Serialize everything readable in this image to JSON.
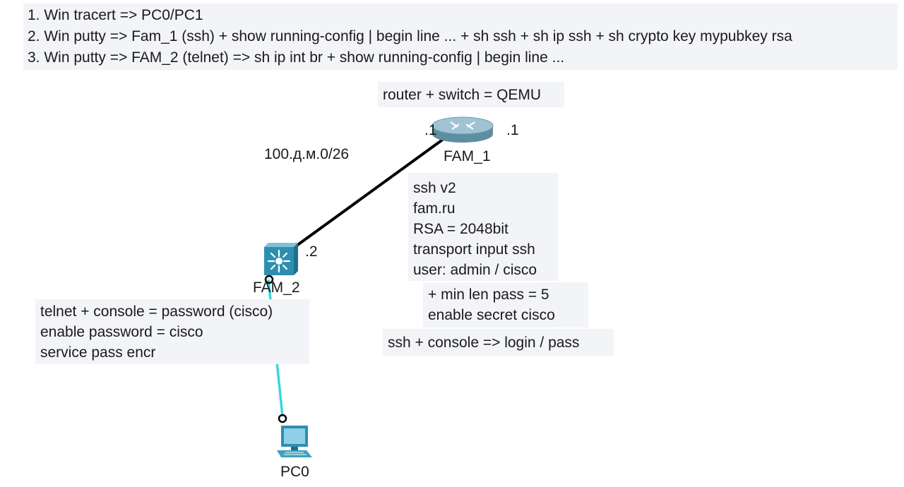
{
  "instructions": [
    "1. Win tracert => PC0/PC1",
    "2. Win putty => Fam_1 (ssh) + show running-config | begin line ... + sh ssh + sh ip ssh + sh crypto key mypubkey rsa",
    "3. Win putty => FAM_2 (telnet) => sh ip int br + show running-config | begin line ..."
  ],
  "router_note": "router + switch = QEMU",
  "network_label": "100.д.м.0/26",
  "devices": {
    "router": {
      "name": "FAM_1",
      "icon": "router-icon",
      "addr_left": ".1",
      "addr_right": ".1"
    },
    "switch": {
      "name": "FAM_2",
      "icon": "multilayer-switch-icon",
      "addr": ".2"
    },
    "pc": {
      "name": "PC0",
      "icon": "pc-icon"
    }
  },
  "router_config": [
    "ssh v2",
    "fam.ru",
    "RSA = 2048bit",
    "transport input ssh",
    "user: admin / cisco"
  ],
  "router_extra": [
    "+ min len pass = 5",
    "enable secret cisco"
  ],
  "router_login": "ssh + console  => login / pass",
  "switch_config": [
    "telnet + console = password (cisco)",
    "enable password = cisco",
    "service pass encr"
  ],
  "colors": {
    "note_bg": "#f3f4f8",
    "ethernet_link": "#000000",
    "console_link": "#3ad6e0",
    "device_blue": "#2d8fb0"
  }
}
